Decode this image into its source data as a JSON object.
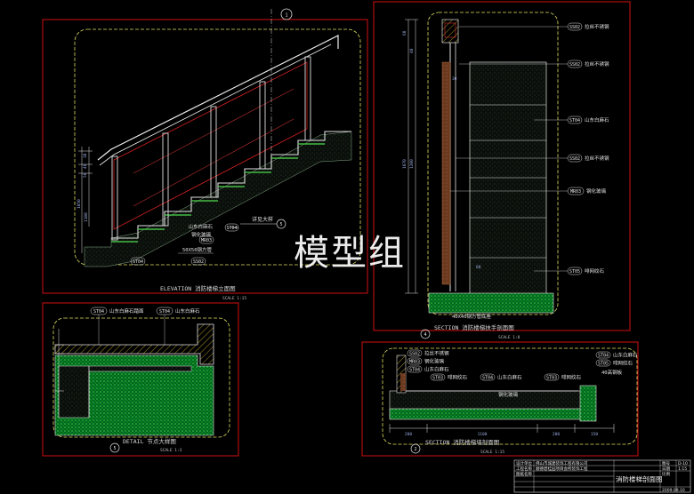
{
  "watermark": "模型组",
  "elevation": {
    "title": "ELEVATION  消防楼梯立面图",
    "scale": "SCALE  1:15",
    "callout_ref": "1",
    "detail_callout": "详见大样",
    "detail_callout_num": "5",
    "labels": [
      {
        "tag": "ST04",
        "text": "山东白麻石"
      },
      {
        "tag": "MR03",
        "text": "钢化玻璃"
      },
      {
        "tag": "",
        "text": "50X50钢方管"
      },
      {
        "tag": "ST04",
        "text": ""
      },
      {
        "tag": "SS02",
        "text": ""
      }
    ],
    "dims_left": [
      "30",
      "40",
      "50",
      "1050",
      "1100"
    ]
  },
  "section_handrail": {
    "title": "SECTION  消防楼梯扶手剖面图",
    "scale": "SCALE  1:8",
    "num": "4",
    "labels": [
      {
        "tag": "SS02",
        "text": "拉丝不锈钢"
      },
      {
        "tag": "SS02",
        "text": "拉丝不锈钢"
      },
      {
        "tag": "ST04",
        "text": "山东白麻石"
      },
      {
        "tag": "SS02",
        "text": "拉丝不锈钢"
      },
      {
        "tag": "MR03",
        "text": "钢化玻璃"
      },
      {
        "tag": "ST05",
        "text": "啡网纹石"
      }
    ],
    "dims": [
      "60",
      "40",
      "1070",
      "1200",
      "30",
      "80"
    ],
    "bottom_note": "40X40钢方管底座"
  },
  "detail": {
    "title": "DETAIL  节点大样图",
    "scale": "SCALE  1:3",
    "num": "5",
    "labels": [
      {
        "tag": "ST04",
        "text": "山东白麻石踏面"
      },
      {
        "tag": "ST04",
        "text": "山东白麻石"
      }
    ]
  },
  "section_wall": {
    "title": "SECTION  消防楼梯墙剖面图",
    "scale": "SCALE  1:15",
    "num": "2",
    "labels_left": [
      {
        "tag": "SS02",
        "text": "拉丝不锈钢"
      },
      {
        "tag": "MR03",
        "text": "钢化玻璃"
      },
      {
        "tag": "ST04",
        "text": "山东白麻石"
      },
      {
        "tag": "ST03",
        "text": "啡网纹石"
      }
    ],
    "labels_mid": [
      {
        "tag": "ST04",
        "text": "山东白麻石"
      },
      {
        "tag": "ST03",
        "text": "啡网纹石"
      }
    ],
    "labels_right": [
      {
        "tag": "ST04",
        "text": "山东白麻石"
      },
      {
        "tag": "ST05",
        "text": "啡网纹石"
      },
      {
        "tag": "",
        "text": "40高钢板"
      }
    ],
    "note": "钢化玻璃",
    "dims": [
      "200",
      "1100",
      "200",
      "150"
    ]
  },
  "title_block": {
    "company": "佛山市城建装饰工程有限公司",
    "project": "顺德碧桂园项目会所装饰工程",
    "drawing_title": "消防楼梯剖面图",
    "drawing_no": "D-10",
    "date": "2009.09.10",
    "scale": "1:15",
    "rows": [
      "设计单位",
      "工程名称",
      "图纸名称",
      "图号",
      "日期",
      "比例"
    ]
  }
}
